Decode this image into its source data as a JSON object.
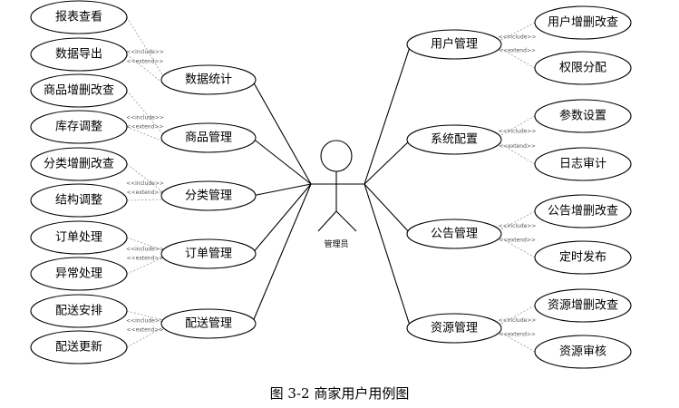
{
  "actor": {
    "label": "管理员"
  },
  "left_groups": [
    {
      "label": "数据统计",
      "include_label": "<<include>>",
      "extend_label": "<<extend>>",
      "include_target": "报表查看",
      "extend_target": "数据导出"
    },
    {
      "label": "商品管理",
      "include_label": "<<include>>",
      "extend_label": "<<extend>>",
      "include_target": "商品增删改查",
      "extend_target": "库存调整"
    },
    {
      "label": "分类管理",
      "include_label": "<<include>>",
      "extend_label": "<<extend>>",
      "include_target": "分类增删改查",
      "extend_target": "结构调整"
    },
    {
      "label": "订单管理",
      "include_label": "<<include>>",
      "extend_label": "<<extend>>",
      "include_target": "订单处理",
      "extend_target": "异常处理"
    },
    {
      "label": "配送管理",
      "include_label": "<<include>>",
      "extend_label": "<<extend>>",
      "include_target": "配送安排",
      "extend_target": "配送更新"
    }
  ],
  "right_groups": [
    {
      "label": "用户管理",
      "include_label": "<<include>>",
      "extend_label": "<<extend>>",
      "include_target": "用户增删改查",
      "extend_target": "权限分配"
    },
    {
      "label": "系统配置",
      "include_label": "<<include>>",
      "extend_label": "<<extend>>",
      "include_target": "参数设置",
      "extend_target": "日志审计"
    },
    {
      "label": "公告管理",
      "include_label": "<<include>>",
      "extend_label": "<<extend>>",
      "include_target": "公告增删改查",
      "extend_target": "定时发布"
    },
    {
      "label": "资源管理",
      "include_label": "<<include>>",
      "extend_label": "<<extend>>",
      "include_target": "资源增删改查",
      "extend_target": "资源审核"
    }
  ],
  "caption": "图 3-2 商家用户用例图"
}
